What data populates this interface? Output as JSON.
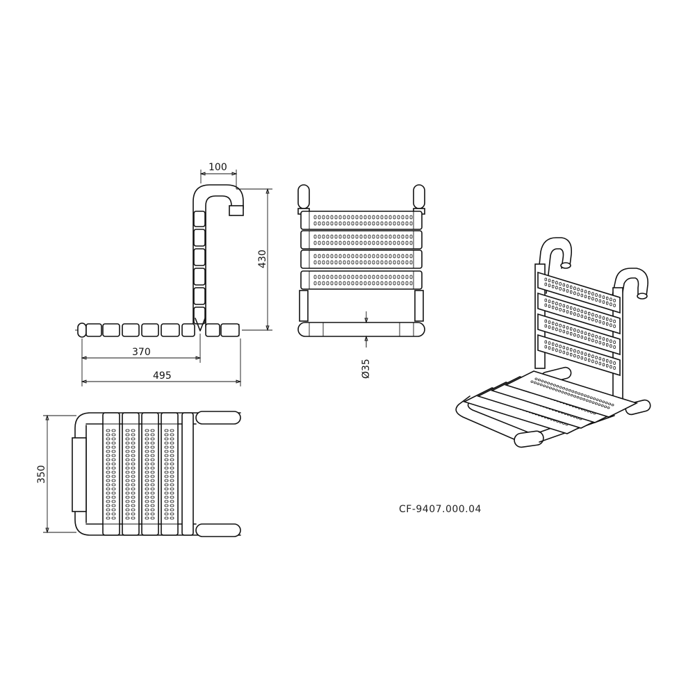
{
  "dimensions": {
    "side_top_depth": "100",
    "side_height": "430",
    "side_seat_depth_inner": "370",
    "side_seat_depth_total": "495",
    "tube_diameter": "Ø35",
    "plan_width": "350"
  },
  "product_code": "CF-9407.000.04"
}
